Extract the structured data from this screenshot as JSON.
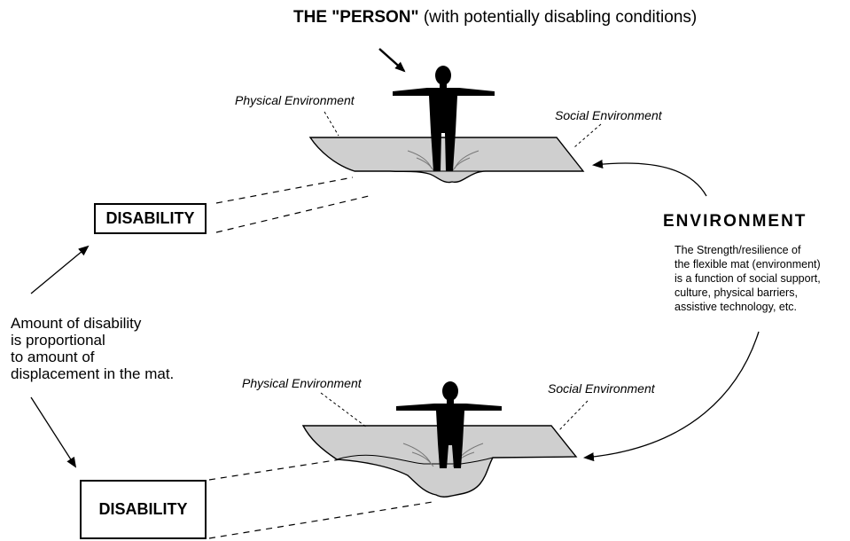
{
  "title": {
    "bold": "THE \"PERSON\"",
    "rest": " (with potentially disabling conditions)"
  },
  "top_mat": {
    "physical_label": "Physical Environment",
    "social_label": "Social Environment"
  },
  "bottom_mat": {
    "physical_label": "Physical Environment",
    "social_label": "Social Environment"
  },
  "disability_top": "DISABILITY",
  "disability_bottom": "DISABILITY",
  "environment": {
    "heading": "ENVIRONMENT",
    "description": "The Strength/resilience of\nthe flexible mat (environment)\nis a function of social support,\nculture, physical barriers,\nassistive technology, etc."
  },
  "proportional_note": "Amount of disability\nis proportional\nto amount of\ndisplacement in the mat."
}
